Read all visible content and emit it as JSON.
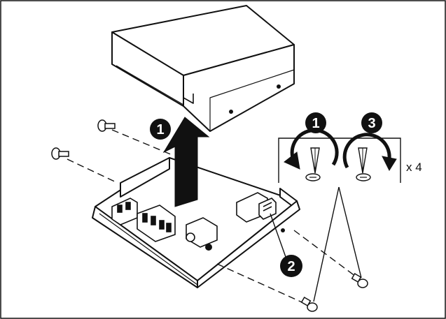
{
  "steps": {
    "lift_cover": "1",
    "loosen_screws": "1",
    "connector": "2",
    "tighten_screws": "3"
  },
  "screw_count": "x 4",
  "colors": {
    "line": "#111111",
    "badge": "#111111",
    "badge_text": "#ffffff",
    "background": "#ffffff"
  }
}
